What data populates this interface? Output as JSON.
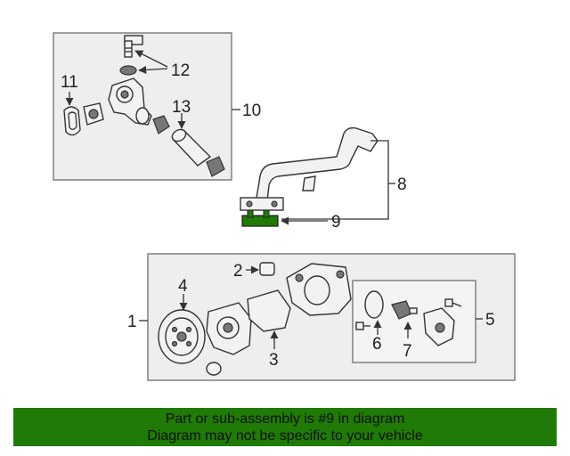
{
  "colors": {
    "highlight": "#1f7a06",
    "banner_bg": "#1f7a06",
    "frame": "#888888"
  },
  "callouts": {
    "c1": "1",
    "c2": "2",
    "c3": "3",
    "c4": "4",
    "c5": "5",
    "c6": "6",
    "c7": "7",
    "c8": "8",
    "c9": "9",
    "c10": "10",
    "c11": "11",
    "c12": "12",
    "c13": "13"
  },
  "banner": {
    "line1": "Part or sub-assembly is #9 in diagram",
    "line2": "Diagram may not be specific to your vehicle"
  }
}
